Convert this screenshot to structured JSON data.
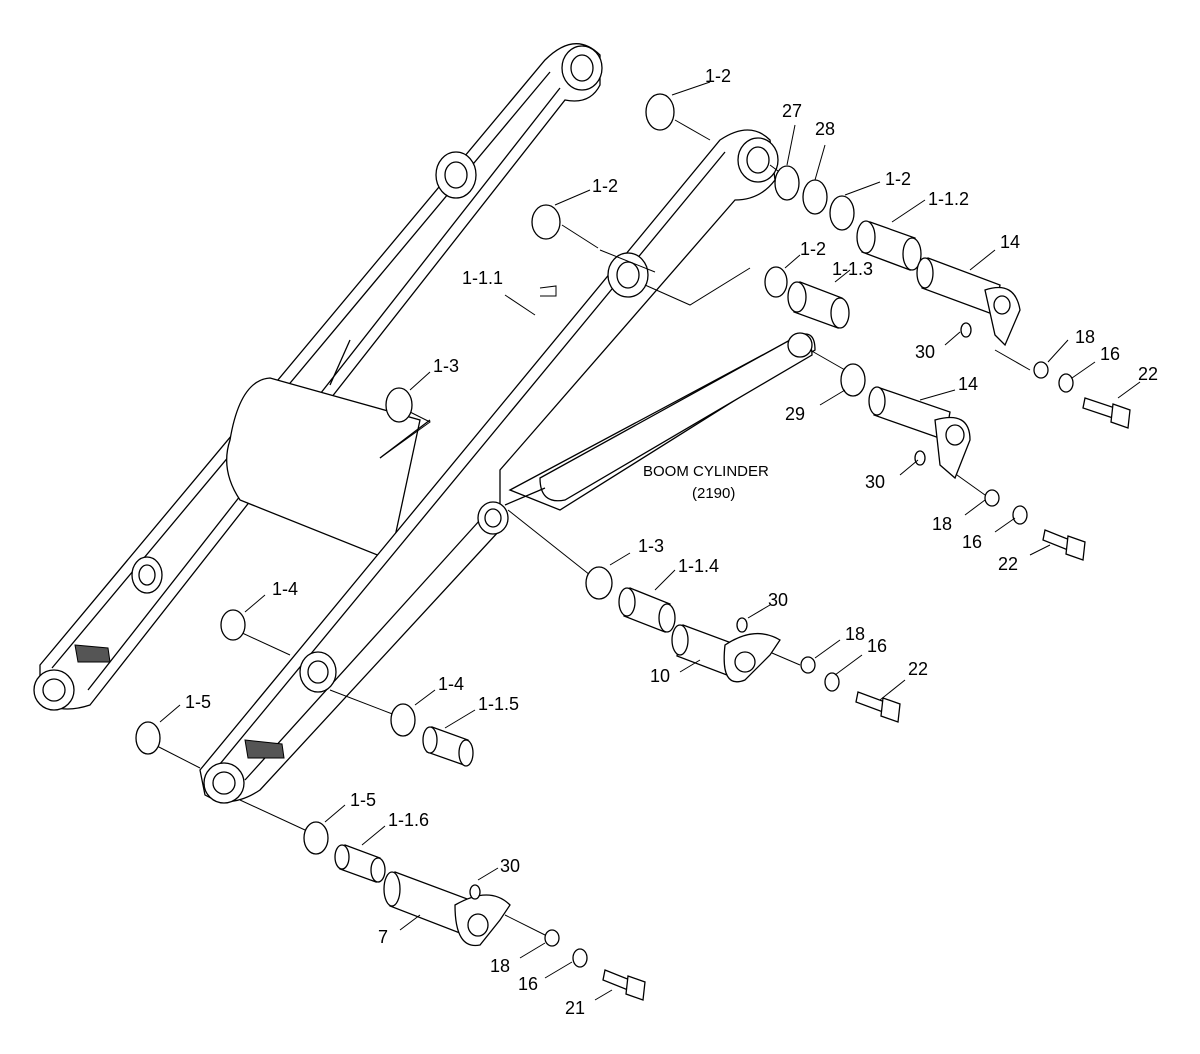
{
  "diagram": {
    "cylinder_label": "BOOM CYLINDER",
    "cylinder_code": "(2190)",
    "callouts": [
      {
        "id": "c-1-2-top",
        "text": "1-2"
      },
      {
        "id": "c-27",
        "text": "27"
      },
      {
        "id": "c-28",
        "text": "28"
      },
      {
        "id": "c-1-2-b",
        "text": "1-2"
      },
      {
        "id": "c-1-1-2",
        "text": "1-1.2"
      },
      {
        "id": "c-1-2-left",
        "text": "1-2"
      },
      {
        "id": "c-14-top",
        "text": "14"
      },
      {
        "id": "c-1-2-c",
        "text": "1-2"
      },
      {
        "id": "c-1-1-3",
        "text": "1-1.3"
      },
      {
        "id": "c-1-1-1",
        "text": "1-1.1"
      },
      {
        "id": "c-30-a",
        "text": "30"
      },
      {
        "id": "c-18-a",
        "text": "18"
      },
      {
        "id": "c-16-a",
        "text": "16"
      },
      {
        "id": "c-22-a",
        "text": "22"
      },
      {
        "id": "c-1-3-a",
        "text": "1-3"
      },
      {
        "id": "c-14-b",
        "text": "14"
      },
      {
        "id": "c-29",
        "text": "29"
      },
      {
        "id": "c-30-b",
        "text": "30"
      },
      {
        "id": "c-18-b",
        "text": "18"
      },
      {
        "id": "c-16-b",
        "text": "16"
      },
      {
        "id": "c-22-b",
        "text": "22"
      },
      {
        "id": "c-1-3-b",
        "text": "1-3"
      },
      {
        "id": "c-1-1-4",
        "text": "1-1.4"
      },
      {
        "id": "c-1-4-a",
        "text": "1-4"
      },
      {
        "id": "c-30-c",
        "text": "30"
      },
      {
        "id": "c-18-c",
        "text": "18"
      },
      {
        "id": "c-16-c",
        "text": "16"
      },
      {
        "id": "c-10",
        "text": "10"
      },
      {
        "id": "c-22-c",
        "text": "22"
      },
      {
        "id": "c-1-4-b",
        "text": "1-4"
      },
      {
        "id": "c-1-1-5",
        "text": "1-1.5"
      },
      {
        "id": "c-1-5-a",
        "text": "1-5"
      },
      {
        "id": "c-1-5-b",
        "text": "1-5"
      },
      {
        "id": "c-1-1-6",
        "text": "1-1.6"
      },
      {
        "id": "c-30-d",
        "text": "30"
      },
      {
        "id": "c-7",
        "text": "7"
      },
      {
        "id": "c-18-d",
        "text": "18"
      },
      {
        "id": "c-16-d",
        "text": "16"
      },
      {
        "id": "c-21",
        "text": "21"
      }
    ]
  }
}
